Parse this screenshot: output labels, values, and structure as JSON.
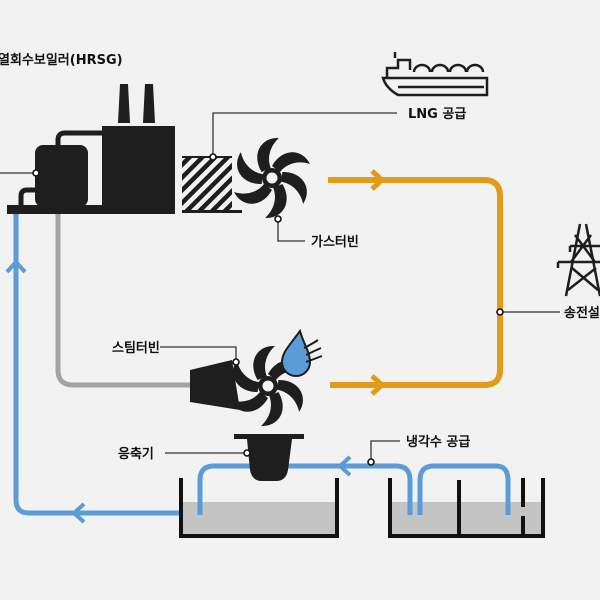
{
  "labels": {
    "hrsg": "열회수보일러(HRSG)",
    "lng": "LNG 공급",
    "gas_turbine": "가스터빈",
    "transmission": "송전설",
    "steam_turbine": "스팀터빈",
    "condenser": "응축기",
    "cooling_water": "냉각수 공급"
  },
  "colors": {
    "background": "#f2f2f2",
    "icon": "#1e1e1e",
    "electricity_line": "#e19b17",
    "steam_line": "#a3a3a3",
    "water_line": "#5b9bd8",
    "tank_water": "#c4c4c4"
  },
  "icons": [
    "hrsg-factory-icon",
    "lng-ship-icon",
    "gas-turbine-fan-icon",
    "steam-turbine-fan-icon",
    "water-drop-icon",
    "transmission-tower-icon",
    "condenser-icon",
    "cooling-tank-icon"
  ]
}
